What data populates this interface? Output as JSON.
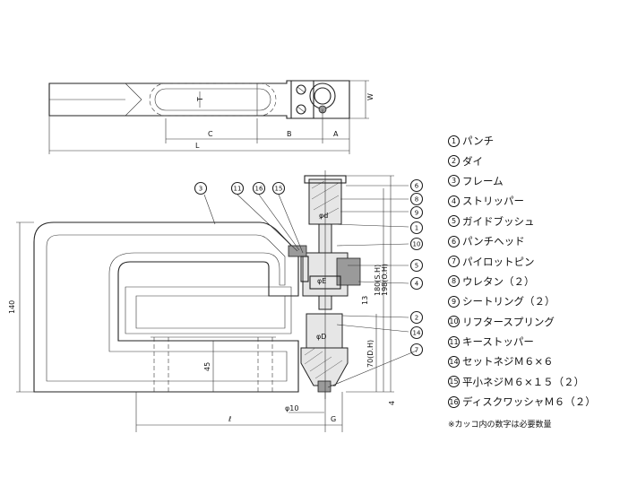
{
  "legend": {
    "items": [
      {
        "num": "1",
        "text": "パンチ"
      },
      {
        "num": "2",
        "text": "ダイ"
      },
      {
        "num": "3",
        "text": "フレーム"
      },
      {
        "num": "4",
        "text": "ストリッパー"
      },
      {
        "num": "5",
        "text": "ガイドブッシュ"
      },
      {
        "num": "6",
        "text": "パンチヘッド"
      },
      {
        "num": "7",
        "text": "パイロットピン"
      },
      {
        "num": "8",
        "text": "ウレタン（２）"
      },
      {
        "num": "9",
        "text": "シートリング（２）"
      },
      {
        "num": "10",
        "text": "リフタースプリング"
      },
      {
        "num": "11",
        "text": "キーストッパー"
      },
      {
        "num": "14",
        "text": "セットネジＭ６×６"
      },
      {
        "num": "15",
        "text": "平小ネジＭ６×１５（２）"
      },
      {
        "num": "16",
        "text": "ディスクワッシャＭ６（２）"
      }
    ],
    "note": "※カッコ内の数字は必要数量"
  },
  "top_view": {
    "dim_c": "C",
    "dim_b": "B",
    "dim_a": "A",
    "dim_l": "L",
    "dim_w": "W",
    "dim_t": "T"
  },
  "side_view": {
    "dim_140": "140",
    "dim_45": "45",
    "dim_l": "ℓ",
    "dim_g": "G",
    "dim_phi10": "φ10",
    "dim_70": "70(D.H)",
    "dim_180": "180(S.H)",
    "dim_198": "198(O.H)",
    "dim_13": "13",
    "dim_4": "4",
    "phi_d": "φd",
    "phi_e": "φE",
    "phi_dd": "φD",
    "callouts": {
      "c3": "3",
      "c11": "11",
      "c16": "16",
      "c15": "15",
      "c6": "6",
      "c8": "8",
      "c9": "9",
      "c1": "1",
      "c10": "10",
      "c5": "5",
      "c4": "4",
      "c2": "2",
      "c14": "14",
      "c7": "7"
    }
  }
}
